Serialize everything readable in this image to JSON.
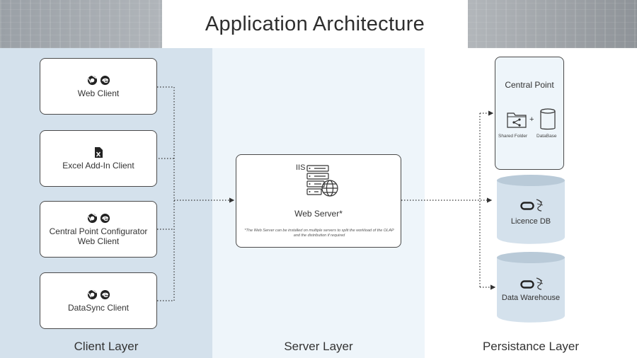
{
  "header": {
    "title": "Application Architecture"
  },
  "layers": {
    "client": "Client Layer",
    "server": "Server Layer",
    "persistence": "Persistance Layer"
  },
  "clients": [
    {
      "label": "Web Client",
      "icon": "browser-icons"
    },
    {
      "label": "Excel Add-In Client",
      "icon": "excel-icon"
    },
    {
      "label": "Central Point Configurator Web Client",
      "icon": "browser-icons"
    },
    {
      "label": "DataSync Client",
      "icon": "browser-icons"
    }
  ],
  "server": {
    "iis_label": "IIS",
    "title": "Web Server*",
    "note": "*The Web Server can be installed on multiple servers to split the workload of the OLAP and the distribution if required"
  },
  "central_point": {
    "title": "Central Point",
    "shared_folder": "Shared Folder",
    "plus": "+",
    "database": "DataBase"
  },
  "databases": {
    "licence": "Licence DB",
    "warehouse": "Data Warehouse"
  },
  "colors": {
    "client_bg": "#d4e1ec",
    "server_bg": "#eef5fa",
    "border": "#4a4a4a",
    "cylinder": "#d4e1ec"
  }
}
